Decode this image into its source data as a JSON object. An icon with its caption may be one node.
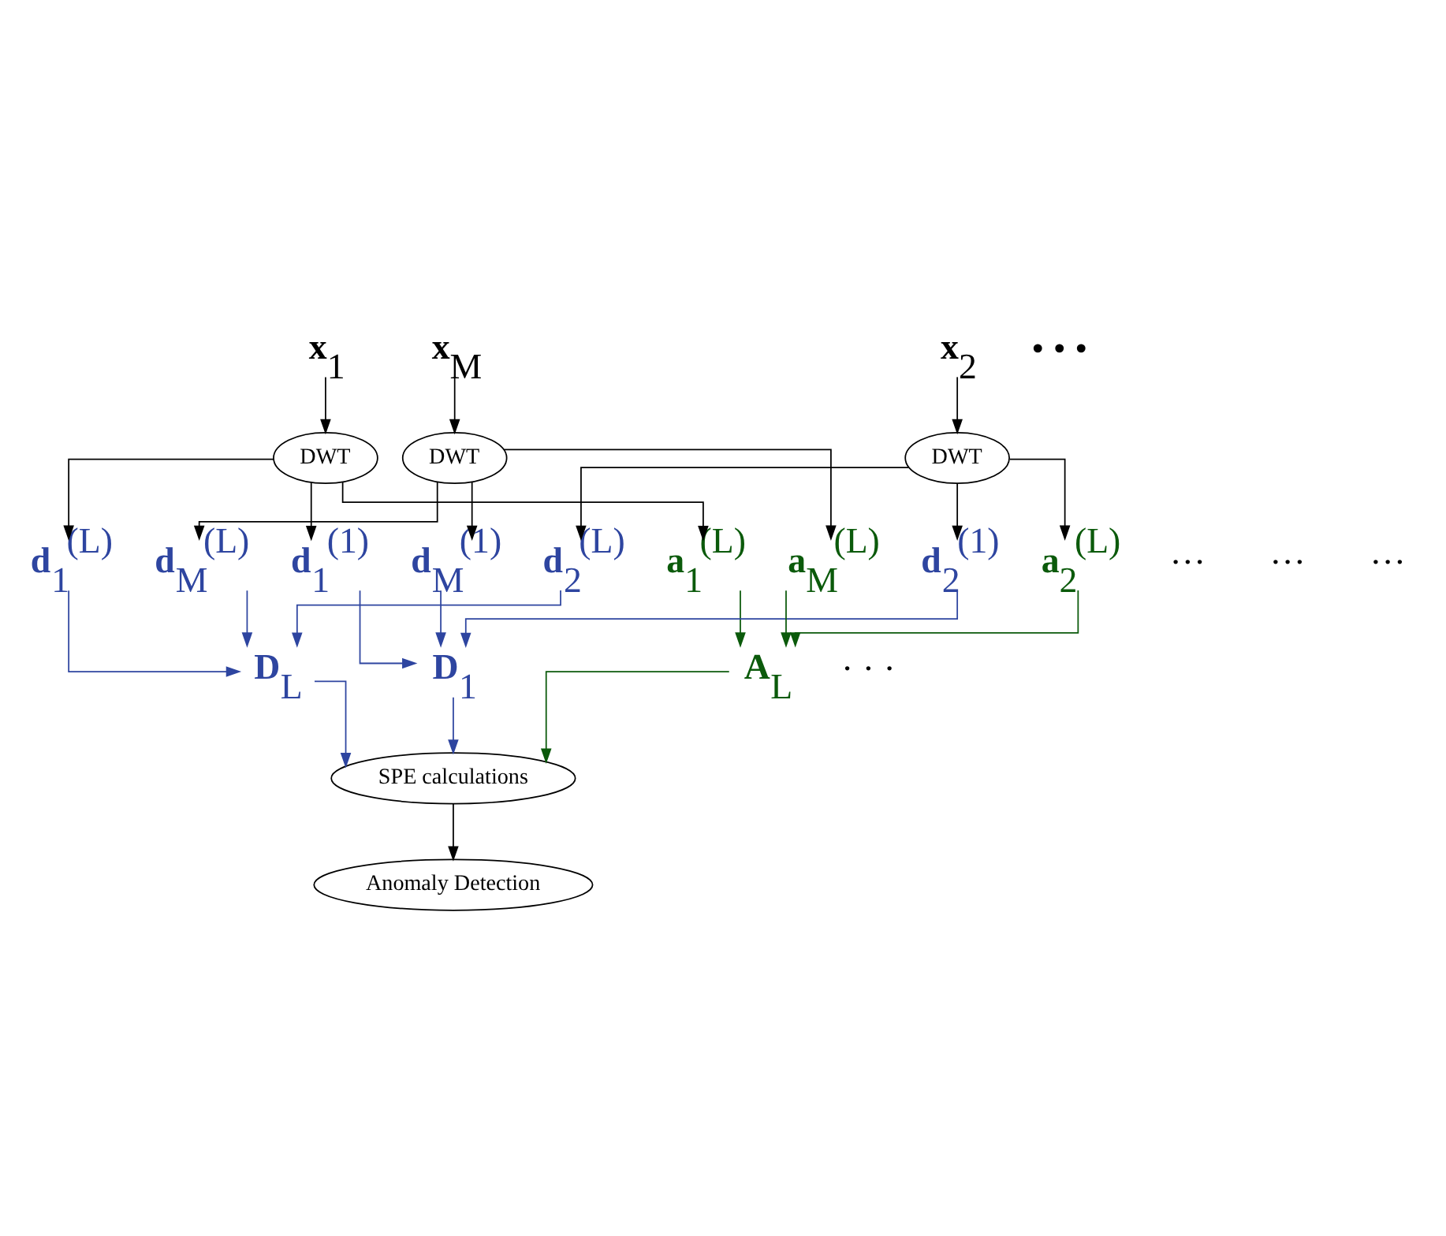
{
  "diagram": {
    "nodes": [
      {
        "text": [
          "**x**$_{1}$"
        ]
      },
      {
        "text": [
          "**x**$_{2}$"
        ]
      },
      {
        "text": [
          "**x**$_{M}$"
        ]
      },
      {
        "text": [
          "DWT"
        ]
      },
      {
        "text": [
          "DWT"
        ]
      },
      {
        "text": [
          "DWT"
        ]
      },
      {
        "text": [
          "**d**$_{1}$$^{(1)}$"
        ]
      },
      {
        "text": [
          "**d**$_{1}$$^{(L)}$"
        ]
      },
      {
        "text": [
          "**a**$_{1}$$^{(L)}$"
        ]
      },
      {
        "text": [
          "**d**$_{2}$$^{(1)}$"
        ]
      },
      {
        "text": [
          "**d**$_{2}$$^{(L)}$"
        ]
      },
      {
        "text": [
          "**a**$_{2}$$^{(L)}$"
        ]
      },
      {
        "text": [
          "**d**$_{M}$$^{(1)}$"
        ]
      },
      {
        "text": [
          "**d**$_{M}$$^{(L)}$"
        ]
      },
      {
        "text": [
          "**a**$_{M}$$^{(L)}$"
        ]
      },
      {
        "text": [
          "**D**$_{1}$"
        ]
      },
      {
        "text": [
          "**D**$_{L}$"
        ]
      },
      {
        "text": [
          "**A**$_{L}$"
        ]
      },
      {
        "text": [
          "SPE calculations"
        ]
      },
      {
        "text": [
          "Anomaly Detection"
        ]
      }
    ],
    "edges": [
      {
        "from": 0,
        "to": 3,
        "arrow": "to"
      },
      {
        "from": 1,
        "to": 4,
        "arrow": "to"
      },
      {
        "from": 2,
        "to": 5,
        "arrow": "to"
      },
      {
        "from": 3,
        "to": 6,
        "arrow": "to"
      },
      {
        "from": 3,
        "to": 7,
        "arrow": "to"
      },
      {
        "from": 3,
        "to": 8,
        "arrow": "to"
      },
      {
        "from": 4,
        "to": 9,
        "arrow": "to"
      },
      {
        "from": 4,
        "to": 10,
        "arrow": "to"
      },
      {
        "from": 4,
        "to": 11,
        "arrow": "to"
      },
      {
        "from": 5,
        "to": 12,
        "arrow": "to"
      },
      {
        "from": 5,
        "to": 13,
        "arrow": "to"
      },
      {
        "from": 5,
        "to": 14,
        "arrow": "to"
      },
      {
        "from": 6,
        "to": 15,
        "arrow": "to",
        "color": "#2e45a0"
      },
      {
        "from": 9,
        "to": 15,
        "arrow": "to",
        "color": "#2e45a0"
      },
      {
        "from": 12,
        "to": 15,
        "arrow": "to",
        "color": "#2e45a0"
      },
      {
        "from": 7,
        "to": 16,
        "arrow": "to",
        "color": "#2e45a0"
      },
      {
        "from": 10,
        "to": 16,
        "arrow": "to",
        "color": "#2e45a0"
      },
      {
        "from": 13,
        "to": 16,
        "arrow": "to",
        "color": "#2e45a0"
      },
      {
        "from": 8,
        "to": 17,
        "arrow": "to",
        "color": "#0b5a0b"
      },
      {
        "from": 11,
        "to": 17,
        "arrow": "to",
        "color": "#0b5a0b"
      },
      {
        "from": 14,
        "to": 17,
        "arrow": "to",
        "color": "#0b5a0b"
      },
      {
        "from": 15,
        "to": 18,
        "arrow": "to",
        "color": "#2e45a0"
      },
      {
        "from": 16,
        "to": 18,
        "arrow": "to",
        "color": "#2e45a0"
      },
      {
        "from": 17,
        "to": 18,
        "arrow": "to",
        "color": "#0b5a0b"
      },
      {
        "from": 18,
        "to": 19,
        "arrow": "to"
      }
    ],
    "labels": [
      "• • •",
      "···",
      "···",
      "···",
      "· · ·"
    ]
  }
}
